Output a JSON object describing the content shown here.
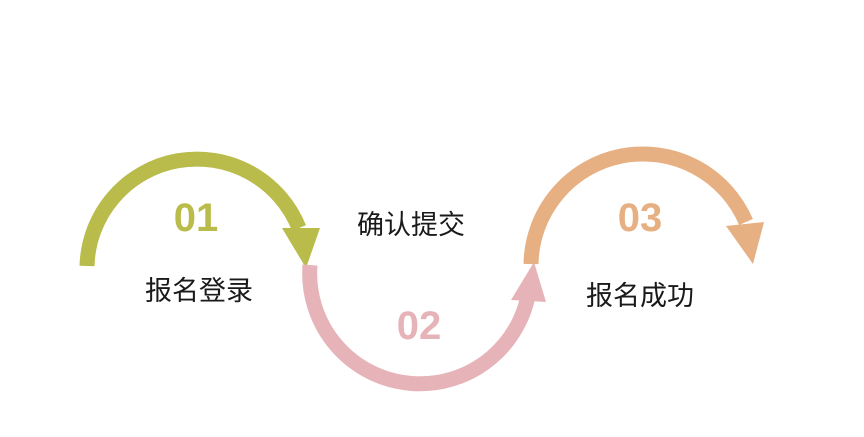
{
  "steps": [
    {
      "number": "01",
      "label": "报名登录",
      "color": "#b9bb4a"
    },
    {
      "number": "02",
      "label": "确认提交",
      "color": "#e6b3b8"
    },
    {
      "number": "03",
      "label": "报名成功",
      "color": "#e6b082"
    }
  ]
}
